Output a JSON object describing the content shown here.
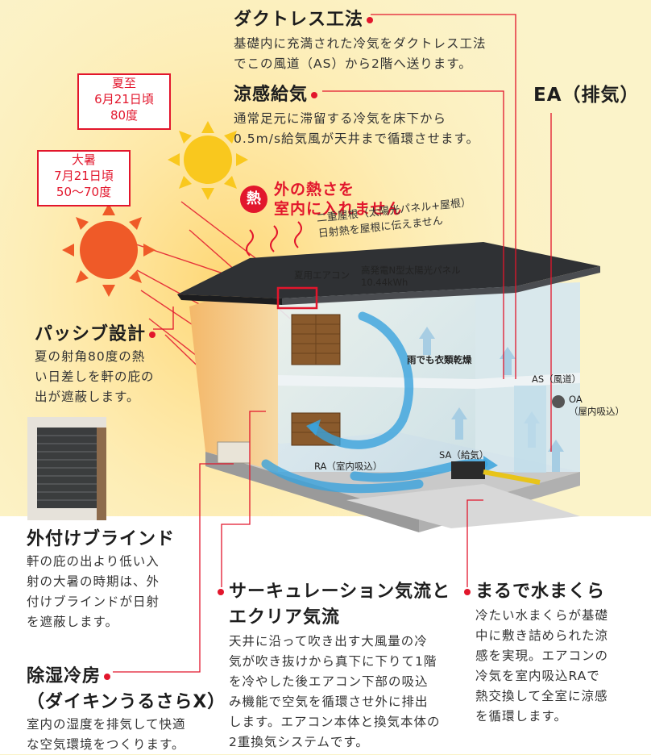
{
  "colors": {
    "background": "#fbf3c9",
    "accent": "#e2162c",
    "airflow": "#3aa3dd",
    "sun": "#f9c81e",
    "sun_hot": "#ef5a28"
  },
  "callouts": {
    "summer_solstice": [
      "夏至",
      "6月21日頃",
      "80度"
    ],
    "great_heat": [
      "大暑",
      "7月21日頃",
      "50〜70度"
    ]
  },
  "heat_block": {
    "badge": "熱",
    "headline": [
      "外の熱さを",
      "室内に入れません"
    ],
    "roof_note": [
      "二重屋根（太陽光パネル+屋根）",
      "日射熱を屋根に伝えません"
    ]
  },
  "sections": {
    "ductless": {
      "title": "ダクトレス工法",
      "text": [
        "基礎内に充満された冷気をダクトレス工法",
        "でこの風道（AS）から2階へ送ります。"
      ]
    },
    "cool_supply": {
      "title": "涼感給気",
      "text": [
        "通常足元に滞留する冷気を床下から",
        "0.5m/s給気風が天井まで循環させます。"
      ]
    },
    "exhaust": {
      "title": "EA（排気）"
    },
    "passive": {
      "title": "パッシブ設計",
      "text": [
        "夏の射角80度の熱",
        "い日差しを軒の庇の",
        "出が遮蔽します。"
      ]
    },
    "blind": {
      "title": "外付けブラインド",
      "text": [
        "軒の庇の出より低い入",
        "射の大暑の時期は、外",
        "付けブラインドが日射",
        "を遮蔽します。"
      ]
    },
    "dehumid": {
      "title": [
        "除湿冷房",
        "（ダイキンうるさらX）"
      ],
      "text": [
        "室内の湿度を排気して快適",
        "な空気環境をつくります。"
      ]
    },
    "circulation": {
      "title": [
        "サーキュレーション気流と",
        "エクリア気流"
      ],
      "text": [
        "天井に沿って吹き出す大風量の冷",
        "気が吹き抜けから真下に下りて1階",
        "を冷やした後エアコン下部の吸込",
        "み機能で空気を循環させ外に排出",
        "します。エアコン本体と換気本体の",
        "2重換気システムです。"
      ]
    },
    "water_pillow": {
      "title": "まるで水まくら",
      "text": [
        "冷たい水まくらが基礎",
        "中に敷き詰められた涼",
        "感を実現。エアコンの",
        "冷気を室内吸込RAで",
        "熱交換して全室に涼感",
        "を循環します。"
      ]
    }
  },
  "house_labels": {
    "aircon": "夏用エアコン",
    "solar": [
      "高発電N型太陽光パネル",
      "10.44kWh"
    ],
    "laundry": "雨でも衣類乾燥",
    "as": "AS（風道）",
    "oa": [
      "OA",
      "（屋内吸込）"
    ],
    "sa": "SA（給気）",
    "ra": "RA（室内吸込）"
  }
}
